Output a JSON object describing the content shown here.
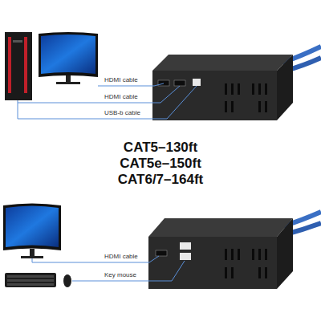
{
  "diagram": {
    "labels": [
      "HDMI cable",
      "HDMI cable",
      "USB-b cable",
      "CAT5–130ft",
      "CAT5e–150ft",
      "CAT6/7–164ft",
      "HDMI cable",
      "Key mouse"
    ]
  }
}
